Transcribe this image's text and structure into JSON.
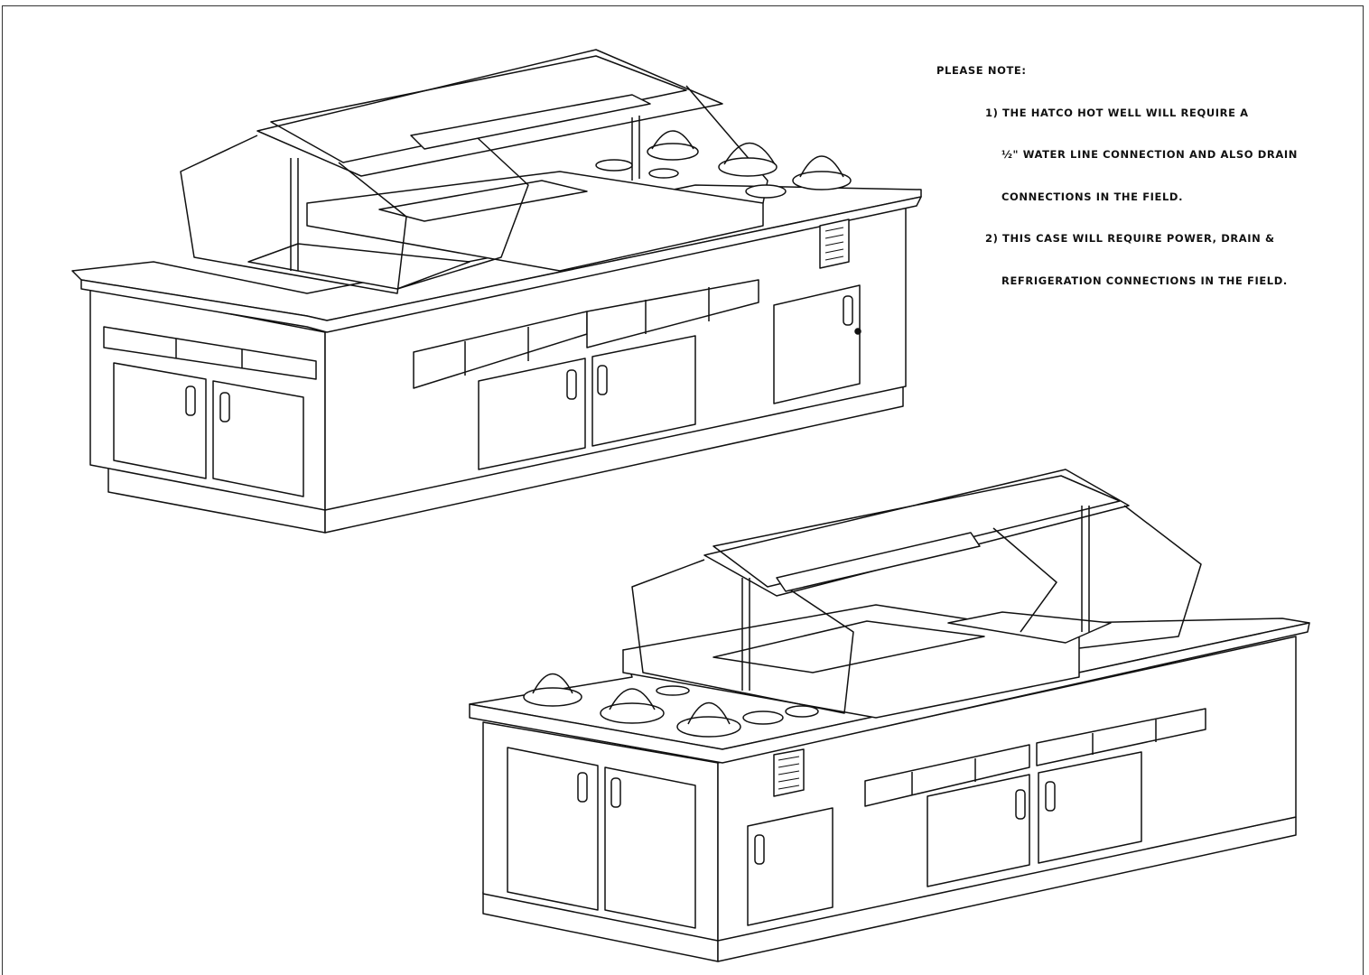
{
  "notes": {
    "heading": "PLEASE NOTE:",
    "item1_line1": "1) THE HATCO HOT WELL WILL REQUIRE A",
    "item1_line2": "½\" WATER LINE CONNECTION AND ALSO DRAIN",
    "item1_line3": "CONNECTIONS IN THE FIELD.",
    "item2_line1": "2) THIS CASE WILL REQUIRE POWER, DRAIN &",
    "item2_line2": "REFRIGERATION CONNECTIONS IN THE FIELD."
  },
  "colors": {
    "line": "#111111",
    "paper": "#ffffff"
  }
}
